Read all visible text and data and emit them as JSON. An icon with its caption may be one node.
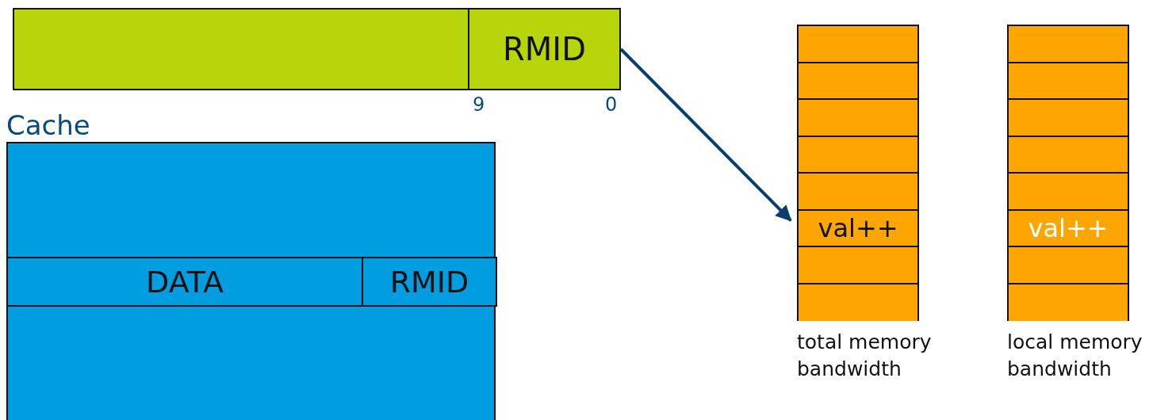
{
  "diagram": {
    "nodes": [
      {
        "text": [],
        "shape": "bar"
      },
      {
        "text": [
          "RMID"
        ],
        "in": 0,
        "beside": [
          "9",
          "0"
        ]
      },
      {
        "text": [
          "Cache"
        ]
      },
      {
        "text": [
          "DATA"
        ],
        "in": 2
      },
      {
        "text": [
          "RMID"
        ],
        "in": 2
      },
      {
        "text": [],
        "shape": "box",
        "beside": [
          "total memory bandwidth"
        ]
      },
      {
        "text": [],
        "shape": "box",
        "in": 5
      },
      {
        "text": [],
        "shape": "box",
        "in": 5
      },
      {
        "text": [],
        "shape": "box",
        "in": 5
      },
      {
        "text": [],
        "shape": "box",
        "in": 5
      },
      {
        "text": [],
        "shape": "box",
        "in": 5
      },
      {
        "text": [
          "val++"
        ],
        "in": 5
      },
      {
        "text": [],
        "shape": "box",
        "in": 5
      },
      {
        "text": [],
        "shape": "box",
        "in": 5
      },
      {
        "text": [],
        "shape": "box",
        "beside": [
          "local memory bandwidth"
        ]
      },
      {
        "text": [],
        "shape": "box",
        "in": 14
      },
      {
        "text": [],
        "shape": "box",
        "in": 14
      },
      {
        "text": [],
        "shape": "box",
        "in": 14
      },
      {
        "text": [],
        "shape": "box",
        "in": 14
      },
      {
        "text": [],
        "shape": "box",
        "in": 14
      },
      {
        "text": [
          "val++"
        ],
        "in": 14
      },
      {
        "text": [],
        "shape": "box",
        "in": 14
      },
      {
        "text": [],
        "shape": "box",
        "in": 14
      }
    ],
    "edges": [
      {
        "from": 1,
        "to": 11,
        "arrow": "to"
      }
    ]
  }
}
